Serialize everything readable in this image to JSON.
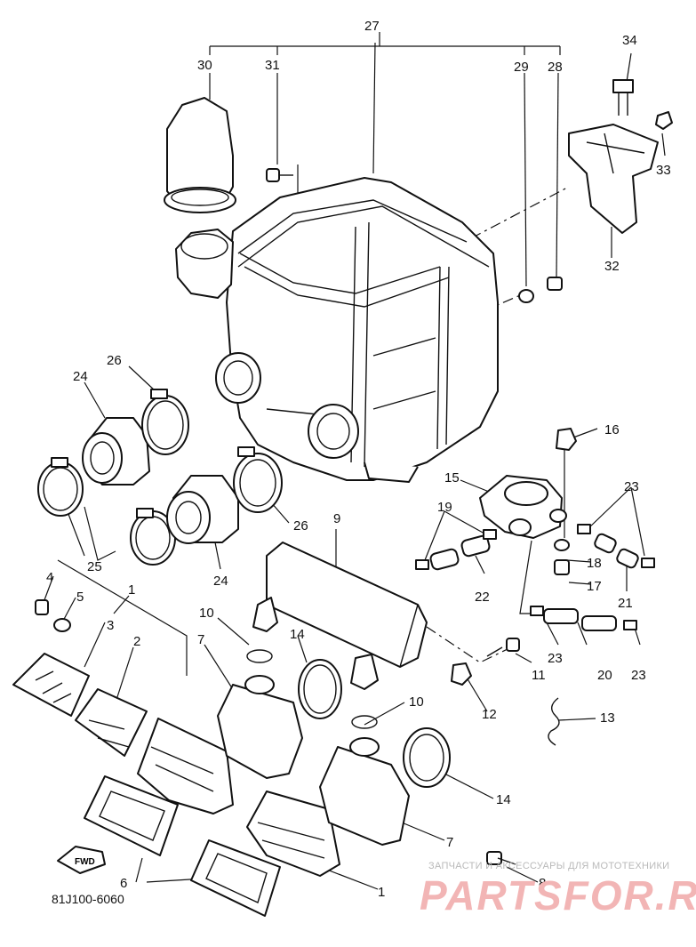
{
  "diagram": {
    "code": "81J100-6060",
    "watermark": {
      "caption": "ЗАПЧАСТИ И АКСЕССУАРЫ ДЛЯ МОТОТЕХНИКИ",
      "logo": "PARTSFOR.RU"
    },
    "fwd_label": "FWD",
    "labels": [
      "27",
      "30",
      "31",
      "29",
      "28",
      "34",
      "33",
      "32",
      "24",
      "26",
      "24",
      "26",
      "25",
      "16",
      "15",
      "19",
      "23",
      "9",
      "18",
      "17",
      "22",
      "21",
      "4",
      "5",
      "1",
      "3",
      "2",
      "10",
      "14",
      "23",
      "20",
      "23",
      "11",
      "7",
      "12",
      "10",
      "13",
      "14",
      "7",
      "6",
      "8",
      "1"
    ]
  }
}
